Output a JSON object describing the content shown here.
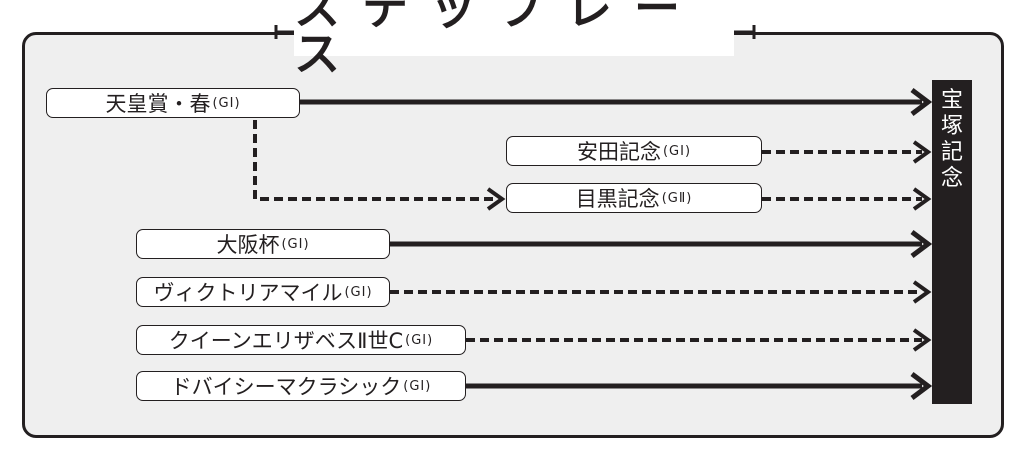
{
  "title": "ステップレース",
  "target": {
    "label": [
      "宝",
      "塚",
      "記",
      "念"
    ]
  },
  "races": [
    {
      "name": "天皇賞・春",
      "grade": "(GⅠ)"
    },
    {
      "name": "安田記念",
      "grade": "(GⅠ)"
    },
    {
      "name": "目黒記念",
      "grade": "(GⅡ)"
    },
    {
      "name": "大阪杯",
      "grade": "(GⅠ)"
    },
    {
      "name": "ヴィクトリアマイル",
      "grade": "(GⅠ)"
    },
    {
      "name": "クイーンエリザベスⅡ世C",
      "grade": "(GⅠ)"
    },
    {
      "name": "ドバイシーマクラシック",
      "grade": "(GⅠ)"
    }
  ],
  "links": [
    {
      "from": "天皇賞・春",
      "to": "宝塚記念",
      "style": "solid"
    },
    {
      "from": "安田記念",
      "to": "宝塚記念",
      "style": "dashed"
    },
    {
      "from": "天皇賞・春",
      "to": "目黒記念",
      "style": "dashed"
    },
    {
      "from": "目黒記念",
      "to": "宝塚記念",
      "style": "dashed"
    },
    {
      "from": "大阪杯",
      "to": "宝塚記念",
      "style": "solid"
    },
    {
      "from": "ヴィクトリアマイル",
      "to": "宝塚記念",
      "style": "dashed"
    },
    {
      "from": "クイーンエリザベスⅡ世C",
      "to": "宝塚記念",
      "style": "dashed"
    },
    {
      "from": "ドバイシーマクラシック",
      "to": "宝塚記念",
      "style": "solid"
    }
  ],
  "colors": {
    "ink": "#231f20",
    "panel": "#efefef",
    "box": "#ffffff"
  }
}
